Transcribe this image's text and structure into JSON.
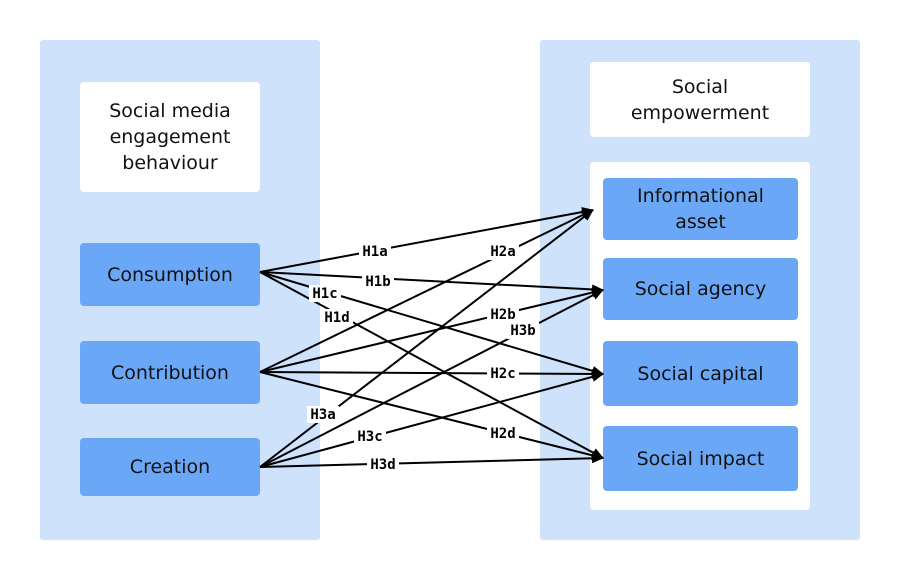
{
  "left": {
    "title": "Social media\nengagement\nbehaviour",
    "items": [
      {
        "id": "consumption",
        "label": "Consumption"
      },
      {
        "id": "contribution",
        "label": "Contribution"
      },
      {
        "id": "creation",
        "label": "Creation"
      }
    ]
  },
  "right": {
    "title": "Social\nempowerment",
    "items": [
      {
        "id": "informational",
        "label": "Informational\nasset"
      },
      {
        "id": "agency",
        "label": "Social agency"
      },
      {
        "id": "capital",
        "label": "Social capital"
      },
      {
        "id": "impact",
        "label": "Social impact"
      }
    ]
  },
  "paths": [
    {
      "from": "consumption",
      "to": "informational",
      "label": "H1a"
    },
    {
      "from": "consumption",
      "to": "agency",
      "label": "H1b"
    },
    {
      "from": "consumption",
      "to": "capital",
      "label": "H1c"
    },
    {
      "from": "consumption",
      "to": "impact",
      "label": "H1d"
    },
    {
      "from": "contribution",
      "to": "informational",
      "label": "H2a"
    },
    {
      "from": "contribution",
      "to": "agency",
      "label": "H2b"
    },
    {
      "from": "contribution",
      "to": "capital",
      "label": "H2c"
    },
    {
      "from": "contribution",
      "to": "impact",
      "label": "H2d"
    },
    {
      "from": "creation",
      "to": "informational",
      "label": "H3a"
    },
    {
      "from": "creation",
      "to": "agency",
      "label": "H3b"
    },
    {
      "from": "creation",
      "to": "capital",
      "label": "H3c"
    },
    {
      "from": "creation",
      "to": "impact",
      "label": "H3d"
    }
  ],
  "colors": {
    "panel": "#cfe2fb",
    "box": "#6aa8f7",
    "card": "#ffffff",
    "arrow": "#000000"
  }
}
